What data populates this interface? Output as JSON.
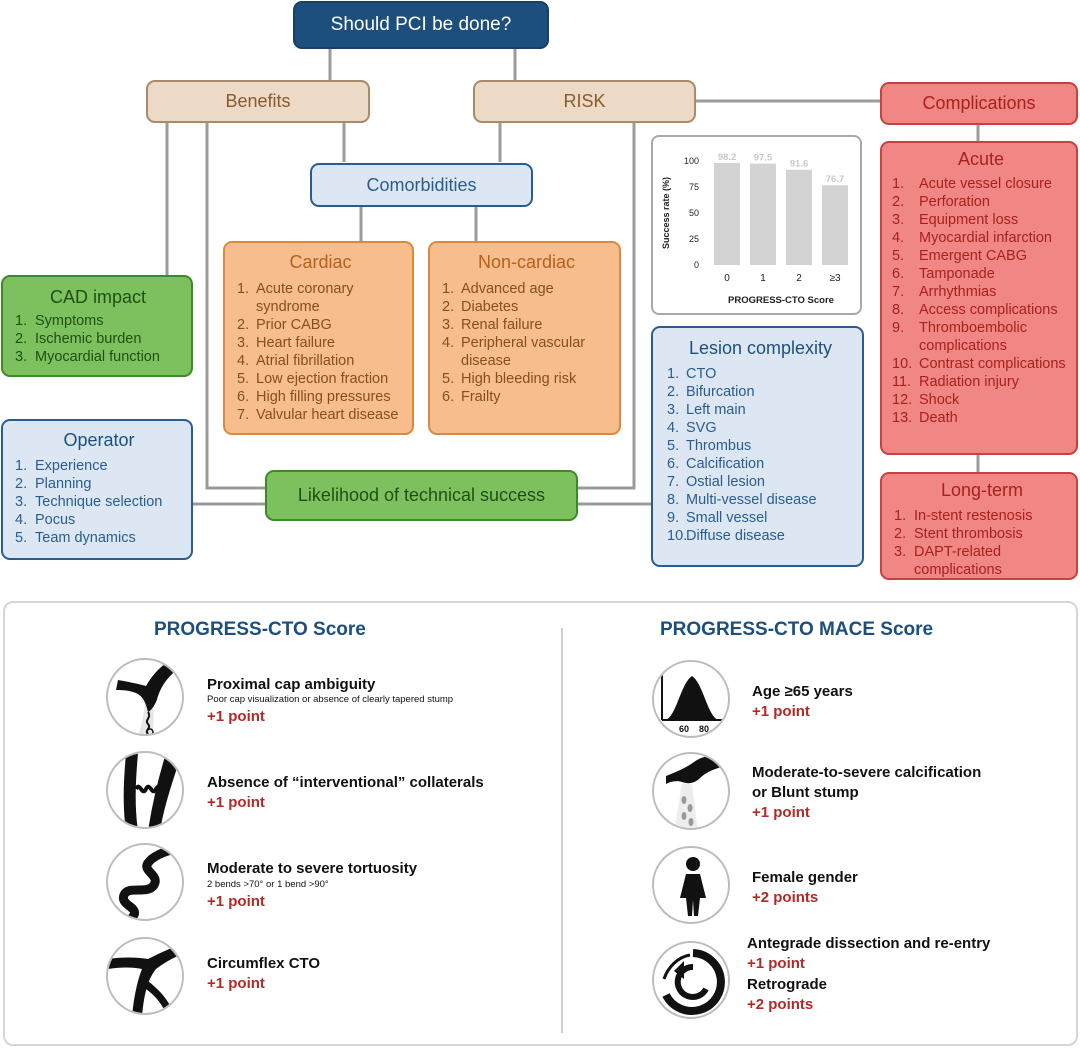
{
  "top": {
    "question": "Should PCI be done?"
  },
  "benefits": {
    "label": "Benefits"
  },
  "risk": {
    "label": "RISK"
  },
  "complications": {
    "label": "Complications"
  },
  "comorbidities": {
    "label": "Comorbidities"
  },
  "cad_impact": {
    "title": "CAD impact",
    "items": [
      {
        "n": "1.",
        "text": "Symptoms"
      },
      {
        "n": "2.",
        "text": "Ischemic burden"
      },
      {
        "n": "3.",
        "text": "Myocardial function"
      }
    ]
  },
  "cardiac": {
    "title": "Cardiac",
    "items": [
      {
        "n": "1.",
        "text": "Acute coronary syndrome"
      },
      {
        "n": "2.",
        "text": "Prior CABG"
      },
      {
        "n": "3.",
        "text": "Heart failure"
      },
      {
        "n": "4.",
        "text": "Atrial fibrillation"
      },
      {
        "n": "5.",
        "text": "Low ejection fraction"
      },
      {
        "n": "6.",
        "text": "High filling pressures"
      },
      {
        "n": "7.",
        "text": "Valvular heart disease"
      }
    ]
  },
  "noncardiac": {
    "title": "Non-cardiac",
    "items": [
      {
        "n": "1.",
        "text": "Advanced age"
      },
      {
        "n": "2.",
        "text": "Diabetes"
      },
      {
        "n": "3.",
        "text": "Renal failure"
      },
      {
        "n": "4.",
        "text": "Peripheral vascular disease"
      },
      {
        "n": "5.",
        "text": "High bleeding risk"
      },
      {
        "n": "6.",
        "text": "Frailty"
      }
    ]
  },
  "operator": {
    "title": "Operator",
    "items": [
      {
        "n": "1.",
        "text": "Experience"
      },
      {
        "n": "2.",
        "text": "Planning"
      },
      {
        "n": "3.",
        "text": "Technique selection"
      },
      {
        "n": "4.",
        "text": "Pocus"
      },
      {
        "n": "5.",
        "text": "Team dynamics"
      }
    ]
  },
  "likelihood": {
    "label": "Likelihood of technical success"
  },
  "lesion": {
    "title": "Lesion complexity",
    "items": [
      {
        "n": "1.",
        "text": "CTO"
      },
      {
        "n": "2.",
        "text": "Bifurcation"
      },
      {
        "n": "3.",
        "text": "Left main"
      },
      {
        "n": "4.",
        "text": "SVG"
      },
      {
        "n": "5.",
        "text": "Thrombus"
      },
      {
        "n": "6.",
        "text": "Calcification"
      },
      {
        "n": "7.",
        "text": "Ostial lesion"
      },
      {
        "n": "8.",
        "text": "Multi-vessel disease"
      },
      {
        "n": "9.",
        "text": "Small vessel"
      },
      {
        "n": "10.",
        "text": "Diffuse disease"
      }
    ]
  },
  "acute": {
    "title": "Acute",
    "items": [
      {
        "n": "1.",
        "text": "Acute vessel closure"
      },
      {
        "n": "2.",
        "text": "Perforation"
      },
      {
        "n": "3.",
        "text": "Equipment loss"
      },
      {
        "n": "4.",
        "text": "Myocardial infarction"
      },
      {
        "n": "5.",
        "text": "Emergent CABG"
      },
      {
        "n": "6.",
        "text": "Tamponade"
      },
      {
        "n": "7.",
        "text": "Arrhythmias"
      },
      {
        "n": "8.",
        "text": "Access complications"
      },
      {
        "n": "9.",
        "text": "Thromboembolic complications"
      },
      {
        "n": "10.",
        "text": "Contrast complications"
      },
      {
        "n": "11.",
        "text": "Radiation injury"
      },
      {
        "n": "12.",
        "text": "Shock"
      },
      {
        "n": "13.",
        "text": "Death"
      }
    ]
  },
  "longterm": {
    "title": "Long-term",
    "items": [
      {
        "n": "1.",
        "text": "In-stent restenosis"
      },
      {
        "n": "2.",
        "text": "Stent thrombosis"
      },
      {
        "n": "3.",
        "text": "DAPT-related complications"
      }
    ]
  },
  "chart_data": {
    "type": "bar",
    "categories": [
      "0",
      "1",
      "2",
      "≥3"
    ],
    "values": [
      98.2,
      97.5,
      91.6,
      76.7
    ],
    "value_labels": [
      "98.2",
      "97.5",
      "91.6",
      "76.7"
    ],
    "xlabel": "PROGRESS-CTO Score",
    "ylabel": "Success rate (%)",
    "ylim": [
      0,
      100
    ],
    "yticks": [
      "0",
      "25",
      "50",
      "75",
      "100"
    ],
    "ytick_values": [
      0,
      25,
      50,
      75,
      100
    ],
    "bar_color": "#d3d3d3",
    "label_color": "#c9c9c9"
  },
  "progress_cto": {
    "title": "PROGRESS-CTO Score",
    "criteria": [
      {
        "title": "Proximal cap ambiguity",
        "sub": "Poor cap visualization or absence of clearly tapered stump",
        "points": "+1 point",
        "icon": "proximal-cap-vessel-icon"
      },
      {
        "title": "Absence of “interventional” collaterals",
        "sub": "",
        "points": "+1 point",
        "icon": "collaterals-vessel-icon"
      },
      {
        "title": "Moderate to severe tortuosity",
        "sub": "2 bends >70° or 1 bend >90°",
        "points": "+1 point",
        "icon": "tortuosity-vessel-icon"
      },
      {
        "title": "Circumflex CTO",
        "sub": "",
        "points": "+1 point",
        "icon": "circumflex-vessel-icon"
      }
    ]
  },
  "mace": {
    "title": "PROGRESS-CTO MACE Score",
    "criteria": [
      {
        "title": "Age ≥65 years",
        "points": "+1 point",
        "icon": "age-distribution-icon",
        "tick1": "60",
        "tick2": "80"
      },
      {
        "title": "Moderate-to-severe calcification",
        "title2": "or Blunt stump",
        "points": "+1 point",
        "icon": "calcification-vessel-icon"
      },
      {
        "title": "Female gender",
        "points": "+2 points",
        "icon": "female-figure-icon"
      },
      {
        "title": "Antegrade dissection and re-entry",
        "points": "+1 point",
        "title2": "Retrograde",
        "points2": "+2 points",
        "icon": "dissection-reentry-icon"
      }
    ]
  },
  "colors": {
    "navy": "#1d4f7e",
    "tan": "#ecd9c6",
    "light_blue": "#dde7f3",
    "green": "#7dc15e",
    "orange": "#f7bd8c",
    "red": "#f08785",
    "points_red": "#b02a27",
    "connector_gray": "#9b9b9b"
  }
}
